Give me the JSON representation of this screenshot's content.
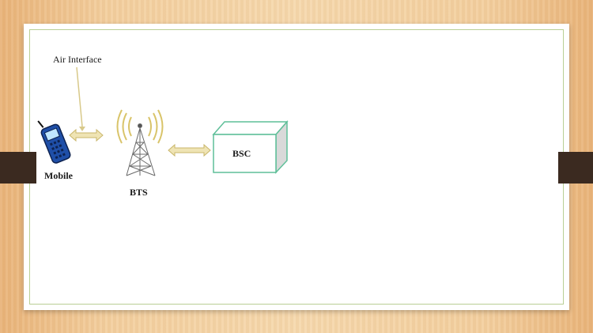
{
  "labels": {
    "air_interface": "Air Interface",
    "mobile": "Mobile",
    "bts": "BTS",
    "bsc": "BSC"
  },
  "colors": {
    "arrow": "#e8dba0",
    "arrow_outline": "#c9b66a",
    "box_outline": "#5fbf99",
    "inner_border": "#b9cf95",
    "tab": "#3b2a20"
  },
  "icons": [
    "mobile-phone-icon",
    "tower-icon",
    "signal-waves-icon",
    "box-3d-icon",
    "double-arrow-icon"
  ]
}
